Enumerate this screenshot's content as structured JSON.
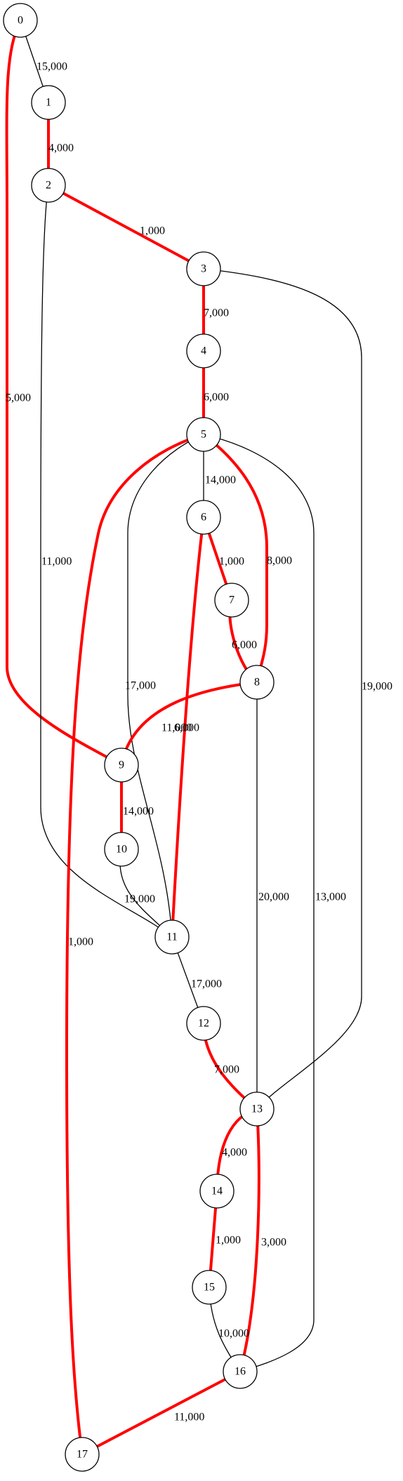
{
  "graph": {
    "nodes": [
      {
        "id": "0",
        "label": "0"
      },
      {
        "id": "1",
        "label": "1"
      },
      {
        "id": "2",
        "label": "2"
      },
      {
        "id": "3",
        "label": "3"
      },
      {
        "id": "4",
        "label": "4"
      },
      {
        "id": "5",
        "label": "5"
      },
      {
        "id": "6",
        "label": "6"
      },
      {
        "id": "7",
        "label": "7"
      },
      {
        "id": "8",
        "label": "8"
      },
      {
        "id": "9",
        "label": "9"
      },
      {
        "id": "10",
        "label": "10"
      },
      {
        "id": "11",
        "label": "11"
      },
      {
        "id": "12",
        "label": "12"
      },
      {
        "id": "13",
        "label": "13"
      },
      {
        "id": "14",
        "label": "14"
      },
      {
        "id": "15",
        "label": "15"
      },
      {
        "id": "16",
        "label": "16"
      },
      {
        "id": "17",
        "label": "17"
      }
    ],
    "edges": [
      {
        "source": "0",
        "target": "1",
        "label": "15,000",
        "highlighted": false
      },
      {
        "source": "0",
        "target": "9",
        "label": "5,000",
        "highlighted": true
      },
      {
        "source": "1",
        "target": "2",
        "label": "4,000",
        "highlighted": true
      },
      {
        "source": "2",
        "target": "3",
        "label": "1,000",
        "highlighted": true
      },
      {
        "source": "2",
        "target": "11",
        "label": "11,000",
        "highlighted": false
      },
      {
        "source": "3",
        "target": "4",
        "label": "7,000",
        "highlighted": true
      },
      {
        "source": "3",
        "target": "13",
        "label": "19,000",
        "highlighted": false
      },
      {
        "source": "4",
        "target": "5",
        "label": "6,000",
        "highlighted": true
      },
      {
        "source": "5",
        "target": "6",
        "label": "14,000",
        "highlighted": false
      },
      {
        "source": "5",
        "target": "8",
        "label": "8,000",
        "highlighted": true
      },
      {
        "source": "5",
        "target": "11",
        "label": "17,000",
        "highlighted": false
      },
      {
        "source": "5",
        "target": "16",
        "label": "13,000",
        "highlighted": false
      },
      {
        "source": "5",
        "target": "17",
        "label": "1,000",
        "highlighted": true
      },
      {
        "source": "6",
        "target": "7",
        "label": "1,000",
        "highlighted": true
      },
      {
        "source": "6",
        "target": "11",
        "label": "6,000",
        "highlighted": true
      },
      {
        "source": "7",
        "target": "8",
        "label": "6,000",
        "highlighted": true
      },
      {
        "source": "8",
        "target": "9",
        "label": "11,000",
        "highlighted": true
      },
      {
        "source": "8",
        "target": "13",
        "label": "20,000",
        "highlighted": false
      },
      {
        "source": "9",
        "target": "10",
        "label": "14,000",
        "highlighted": true
      },
      {
        "source": "10",
        "target": "11",
        "label": "19,000",
        "highlighted": false
      },
      {
        "source": "11",
        "target": "12",
        "label": "17,000",
        "highlighted": false
      },
      {
        "source": "12",
        "target": "13",
        "label": "7,000",
        "highlighted": true
      },
      {
        "source": "13",
        "target": "14",
        "label": "4,000",
        "highlighted": true
      },
      {
        "source": "13",
        "target": "16",
        "label": "3,000",
        "highlighted": true
      },
      {
        "source": "14",
        "target": "15",
        "label": "1,000",
        "highlighted": true
      },
      {
        "source": "15",
        "target": "16",
        "label": "10,000",
        "highlighted": false
      },
      {
        "source": "16",
        "target": "17",
        "label": "11,000",
        "highlighted": true
      }
    ]
  },
  "colors": {
    "highlight": "#ff0000",
    "normal": "#000000",
    "node_fill": "#ffffff",
    "background": "#ffffff"
  }
}
